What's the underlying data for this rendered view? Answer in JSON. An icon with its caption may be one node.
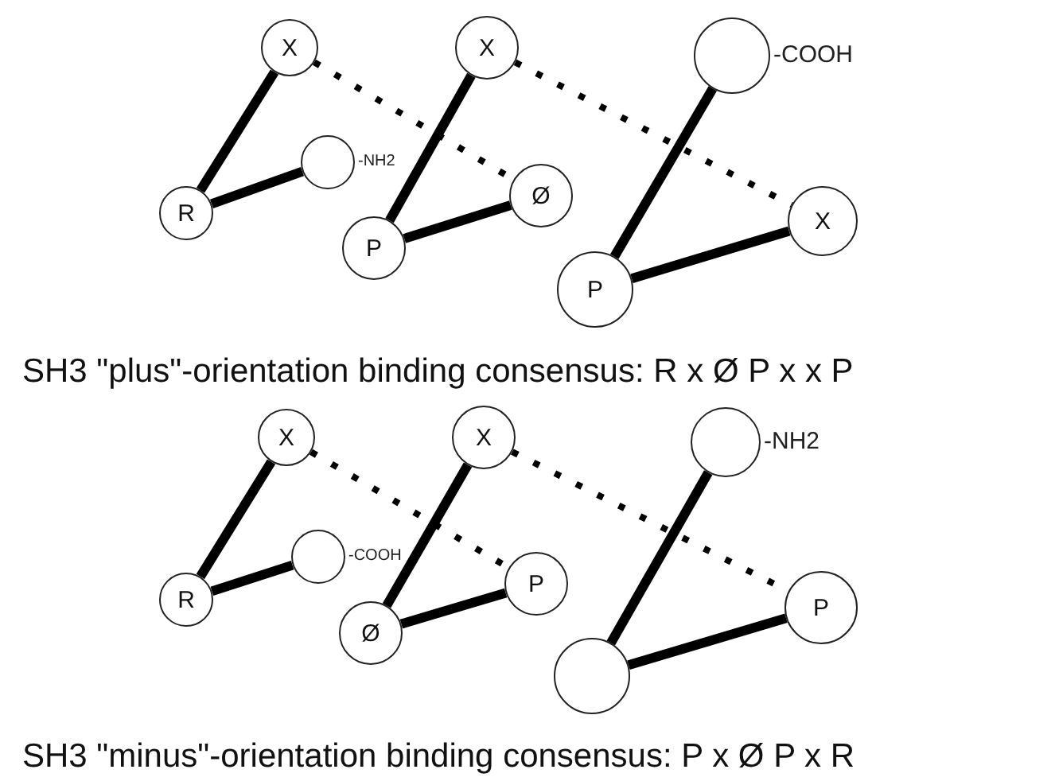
{
  "diagram": {
    "nodes": [
      {
        "text": [
          "X"
        ]
      },
      {
        "text": [
          "X"
        ]
      },
      {
        "text": [],
        "shape": "circle",
        "beside": [
          "-COOH"
        ]
      },
      {
        "text": [],
        "shape": "circle",
        "beside": [
          "-NH2"
        ]
      },
      {
        "text": [
          "R"
        ]
      },
      {
        "text": [
          "Ø"
        ]
      },
      {
        "text": [
          "P"
        ]
      },
      {
        "text": [
          "X"
        ]
      },
      {
        "text": [
          "P"
        ]
      },
      {
        "text": [
          "X"
        ]
      },
      {
        "text": [
          "X"
        ]
      },
      {
        "text": [],
        "shape": "circle",
        "beside": [
          "-NH2"
        ]
      },
      {
        "text": [],
        "shape": "circle",
        "beside": [
          "-COOH"
        ]
      },
      {
        "text": [
          "R"
        ]
      },
      {
        "text": [
          "P"
        ]
      },
      {
        "text": [
          "Ø"
        ]
      },
      {
        "text": [
          "P"
        ]
      },
      {
        "text": [],
        "shape": "circle"
      }
    ],
    "edges": [
      {
        "from": 4,
        "to": 0,
        "arrow": "none"
      },
      {
        "from": 4,
        "to": 3,
        "arrow": "none"
      },
      {
        "from": 6,
        "to": 1,
        "arrow": "none"
      },
      {
        "from": 6,
        "to": 5,
        "arrow": "none"
      },
      {
        "from": 8,
        "to": 2,
        "arrow": "none"
      },
      {
        "from": 8,
        "to": 7,
        "arrow": "none"
      },
      {
        "from": 0,
        "to": 5,
        "arrow": "none",
        "style": "dashed"
      },
      {
        "from": 1,
        "to": 7,
        "arrow": "none",
        "style": "dashed"
      },
      {
        "from": 13,
        "to": 9,
        "arrow": "none"
      },
      {
        "from": 13,
        "to": 12,
        "arrow": "none"
      },
      {
        "from": 15,
        "to": 10,
        "arrow": "none"
      },
      {
        "from": 15,
        "to": 14,
        "arrow": "none"
      },
      {
        "from": 17,
        "to": 11,
        "arrow": "none"
      },
      {
        "from": 17,
        "to": 16,
        "arrow": "none"
      },
      {
        "from": 9,
        "to": 14,
        "arrow": "none",
        "style": "dashed"
      },
      {
        "from": 10,
        "to": 16,
        "arrow": "none",
        "style": "dashed"
      }
    ],
    "labels": [
      "SH3 \"plus\"-orientation binding consensus: R x Ø P x x P",
      "SH3 \"minus\"-orientation binding consensus: P x Ø P x R"
    ]
  }
}
